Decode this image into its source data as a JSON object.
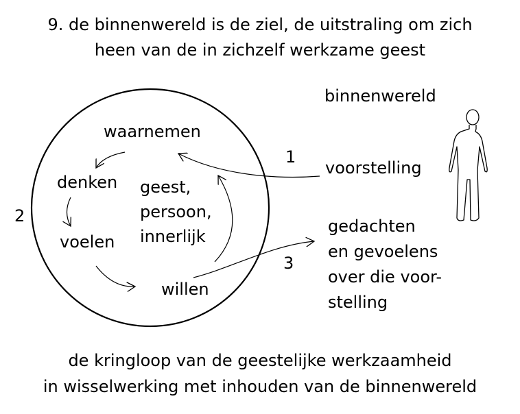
{
  "title": {
    "line1": "9. de binnenwereld is de ziel, de uitstraling om zich",
    "line2": "heen van de in zichzelf werkzame geest"
  },
  "circle": {
    "waarnemen": "waarnemen",
    "denken": "denken",
    "voelen": "voelen",
    "willen": "willen",
    "center_line1": "geest,",
    "center_line2": "persoon,",
    "center_line3": "innerlijk"
  },
  "labels": {
    "num1": "1",
    "num2": "2",
    "num3": "3",
    "binnenwereld": "binnenwereld",
    "voorstelling": "voorstelling",
    "gedachten_line1": "gedachten",
    "gedachten_line2": "en gevoelens",
    "gedachten_line3": "over die voor-",
    "gedachten_line4": "stelling"
  },
  "caption": {
    "line1": "de kringloop van de geestelijke werkzaamheid",
    "line2": "in wisselwerking met inhouden van de binnenwereld"
  },
  "icons": {
    "figure": "human-figure-icon"
  }
}
